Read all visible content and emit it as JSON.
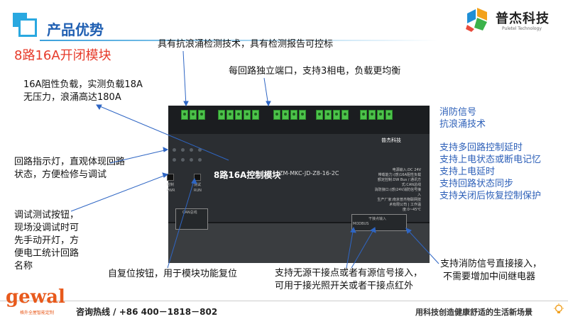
{
  "header": {
    "title": "产品优势",
    "module_name": "8路16A开闭模块",
    "logo_cn": "普杰科技",
    "logo_en": "Puletel  Technology"
  },
  "annotations": {
    "anti_surge": "具有抗浪涌检测技术，具有检测报告可控标",
    "independent_ports": "每回路独立端口，支持3相电，负载更均衡",
    "load_line1": "16A阻性负载，实测负载18A",
    "load_line2": "无压力，浪涌高达180A",
    "indicator_line1": "回路指示灯，直观体现回路",
    "indicator_line2": "状态，方便检修与调试",
    "debug_lines": [
      "调试测试按钮，",
      "现场没调试时可",
      "先手动开灯，方",
      "便电工统计回路",
      "名称"
    ],
    "reset": "自复位按钮，用于模块功能复位",
    "dry_contact_line1": "支持无源干接点或者有源信号接入，",
    "dry_contact_line2": "可用于接光照开关或者干接点红外",
    "fire_line1": "支持消防信号直接接入，",
    "fire_line2": "不需要增加中间继电器"
  },
  "features": {
    "group1": [
      "消防信号",
      "抗浪涌技术"
    ],
    "group2": [
      "支持多回路控制延时",
      "支持上电状态或断电记忆",
      "支持上电延时",
      "支持回路状态同步",
      "支持关闭后恢复控制保护"
    ]
  },
  "device": {
    "title": "8路16A控制模块",
    "model": "ZM-MKC-JD-Z8-16-2C",
    "logo": "普杰科技",
    "spec_lines": [
      "电源输入:DC 24V",
      "带载能力:(感)16A阻性负载",
      "额定控制:DW Bus / 通讯方式:CAN总线",
      "消防接口:(感)24V消防信号接入",
      "生产厂家:南京普杰物联网技术有限公司 | 工作温度:0~45℃",
      ""
    ],
    "btn_left_label": "控制",
    "btn_left_sub": "PWR",
    "btn_right_label": "测试",
    "btn_right_sub": "RUN",
    "port_left_label": "CAN总线",
    "port_right_label": "干接点输入",
    "port_far_label": "MODBUS"
  },
  "footer": {
    "brand": "gewal",
    "brand_sub": "格外全屋智能定制",
    "hotline": "咨询热线 / +86 400－1818－802",
    "slogan": "用科技创造健康舒适的生活新场景"
  },
  "colors": {
    "accent_blue": "#1f5fb2",
    "feature_blue": "#2c5fb8",
    "module_red": "#e63a2a",
    "brand_orange": "#e85a1c",
    "terminal_green": "#4cc34a"
  }
}
